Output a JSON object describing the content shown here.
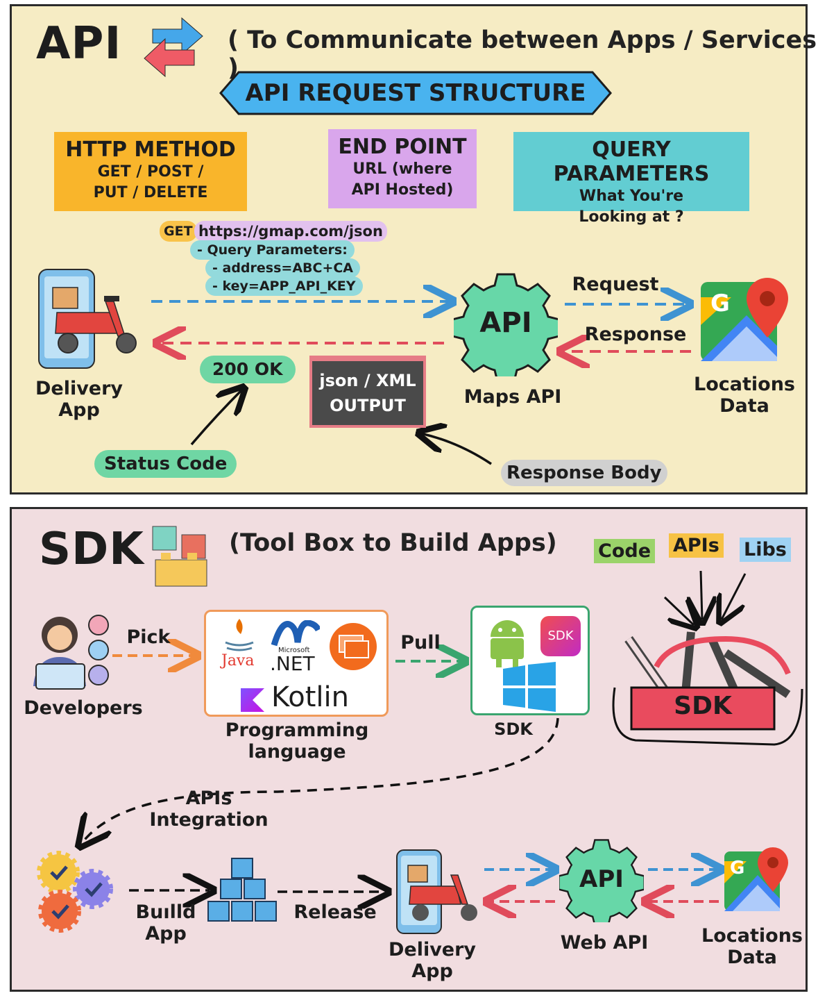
{
  "api": {
    "title": "API",
    "subtitle": "( To Communicate between Apps / Services )",
    "banner": "API REQUEST STRUCTURE",
    "cards": [
      {
        "heading": "HTTP METHOD",
        "line1": "GET / POST /",
        "line2": "PUT / DELETE",
        "color": "#f9b52b"
      },
      {
        "heading": "END POINT",
        "line1": "URL (where",
        "line2": "API Hosted)",
        "color": "#d9a6ec"
      },
      {
        "heading": "QUERY PARAMETERS",
        "line1": "What You're",
        "line2": "Looking at ?",
        "color": "#62cdd2"
      }
    ],
    "request_example": {
      "method": "GET",
      "url": "https://gmap.com/json",
      "params_label": "- Query Parameters:",
      "param1": "- address=ABC+CA",
      "param2": "- key=APP_API_KEY"
    },
    "delivery_label1": "Delivery",
    "delivery_label2": "App",
    "gear_text": "API",
    "maps_label": "Maps API",
    "request_label": "Request",
    "response_label": "Response",
    "locations_label1": "Locations",
    "locations_label2": "Data",
    "status_ok": "200 OK",
    "status_code": "Status Code",
    "output_line1": "json / XML",
    "output_line2": "OUTPUT",
    "response_body": "Response Body"
  },
  "sdk": {
    "title": "SDK",
    "subtitle": "(Tool Box to Build Apps)",
    "tags": [
      {
        "label": "Code",
        "color": "#9bd36a"
      },
      {
        "label": "APIs",
        "color": "#f7c244"
      },
      {
        "label": "Libs",
        "color": "#9fd2f3"
      }
    ],
    "developers_label": "Developers",
    "pick_label": "Pick",
    "java_label": "Java",
    "microsoft_label": "Microsoft",
    "net_label": ".NET",
    "kotlin_label": "Kotlin",
    "prog_label1": "Programming",
    "prog_label2": "language",
    "pull_label": "Pull",
    "sdk_badge": "SDK",
    "sdk_label": "SDK",
    "toolbox_label": "SDK",
    "integration_label1": "APIs",
    "integration_label2": "Integration",
    "build_label1": "Buılld",
    "build_label2": "App",
    "release_label": "Release",
    "delivery_label1": "Delivery",
    "delivery_label2": "App",
    "gear_text": "API",
    "webapi_label": "Web API",
    "locations_label1": "Locations",
    "locations_label2": "Data"
  }
}
